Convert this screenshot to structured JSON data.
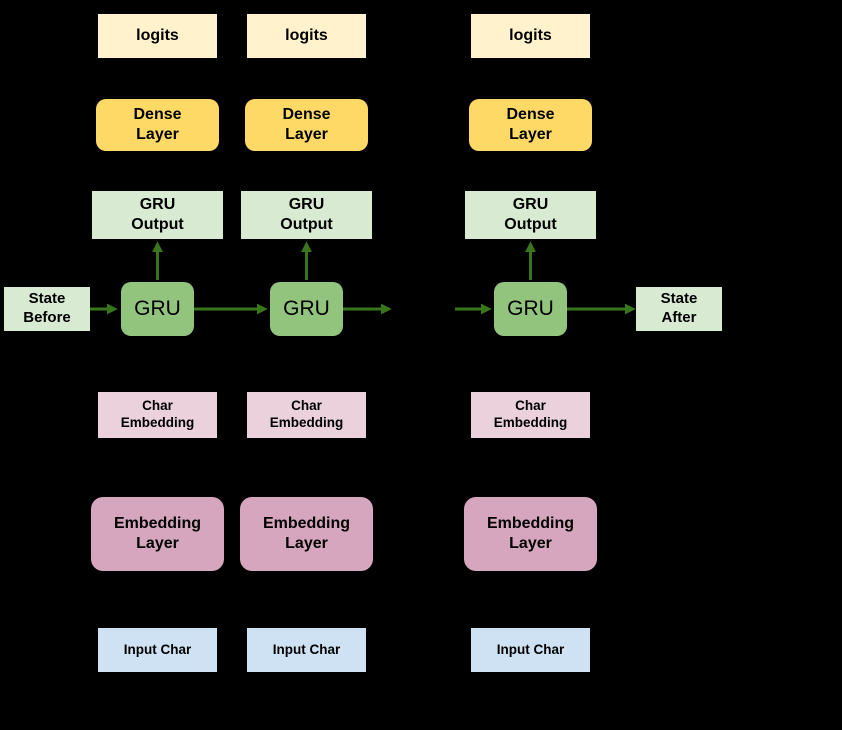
{
  "diagram": {
    "state_before": "State\nBefore",
    "state_after": "State\nAfter",
    "columns": [
      {
        "logits": "logits",
        "dense_layer": "Dense\nLayer",
        "gru_output": "GRU\nOutput",
        "gru": "GRU",
        "char_embedding": "Char\nEmbedding",
        "embedding_layer": "Embedding\nLayer",
        "input_char": "Input Char"
      },
      {
        "logits": "logits",
        "dense_layer": "Dense\nLayer",
        "gru_output": "GRU\nOutput",
        "gru": "GRU",
        "char_embedding": "Char\nEmbedding",
        "embedding_layer": "Embedding\nLayer",
        "input_char": "Input Char"
      },
      {
        "logits": "logits",
        "dense_layer": "Dense\nLayer",
        "gru_output": "GRU\nOutput",
        "gru": "GRU",
        "char_embedding": "Char\nEmbedding",
        "embedding_layer": "Embedding\nLayer",
        "input_char": "Input Char"
      }
    ],
    "colors": {
      "background": "#000000",
      "arrow": "#38761d",
      "logits": "#fff2cc",
      "dense_layer": "#ffd966",
      "gru_output": "#d9ead3",
      "gru": "#93c47d",
      "char_embedding": "#ead1dc",
      "embedding_layer": "#d5a6bd",
      "input_char": "#cfe2f3",
      "state": "#d9ead3"
    }
  }
}
